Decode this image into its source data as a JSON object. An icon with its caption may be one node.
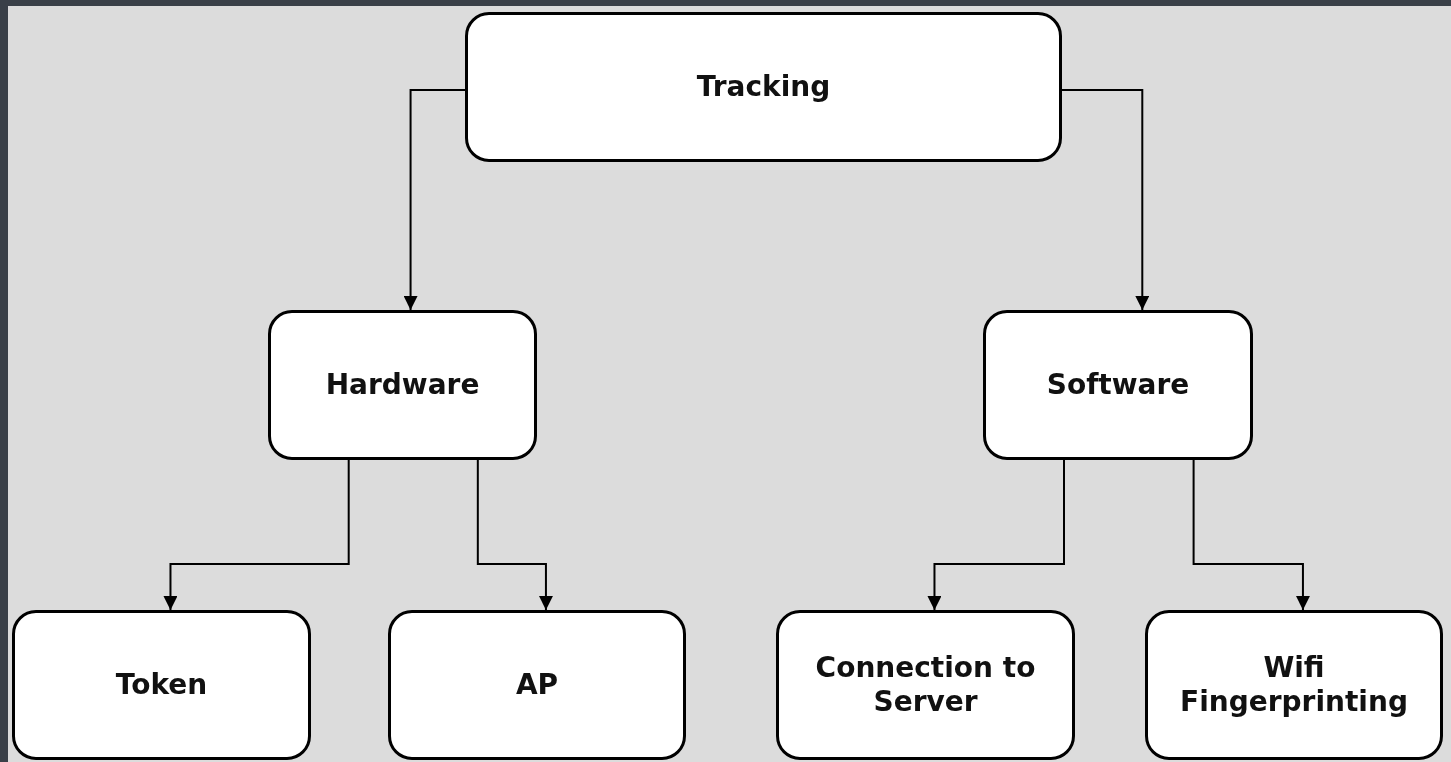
{
  "diagram": {
    "nodes": [
      {
        "text": [
          "Tracking"
        ]
      },
      {
        "text": [
          "Hardware"
        ]
      },
      {
        "text": [
          "Software"
        ]
      },
      {
        "text": [
          "Token"
        ]
      },
      {
        "text": [
          "AP"
        ]
      },
      {
        "text": [
          "Connection to Server"
        ]
      },
      {
        "text": [
          "Wifi Fingerprinting"
        ]
      }
    ],
    "edges": [
      {
        "from": 0,
        "to": 1,
        "arrow": "to"
      },
      {
        "from": 0,
        "to": 2,
        "arrow": "to"
      },
      {
        "from": 1,
        "to": 3,
        "arrow": "to"
      },
      {
        "from": 1,
        "to": 4,
        "arrow": "to"
      },
      {
        "from": 2,
        "to": 5,
        "arrow": "to"
      },
      {
        "from": 2,
        "to": 6,
        "arrow": "to"
      }
    ]
  }
}
